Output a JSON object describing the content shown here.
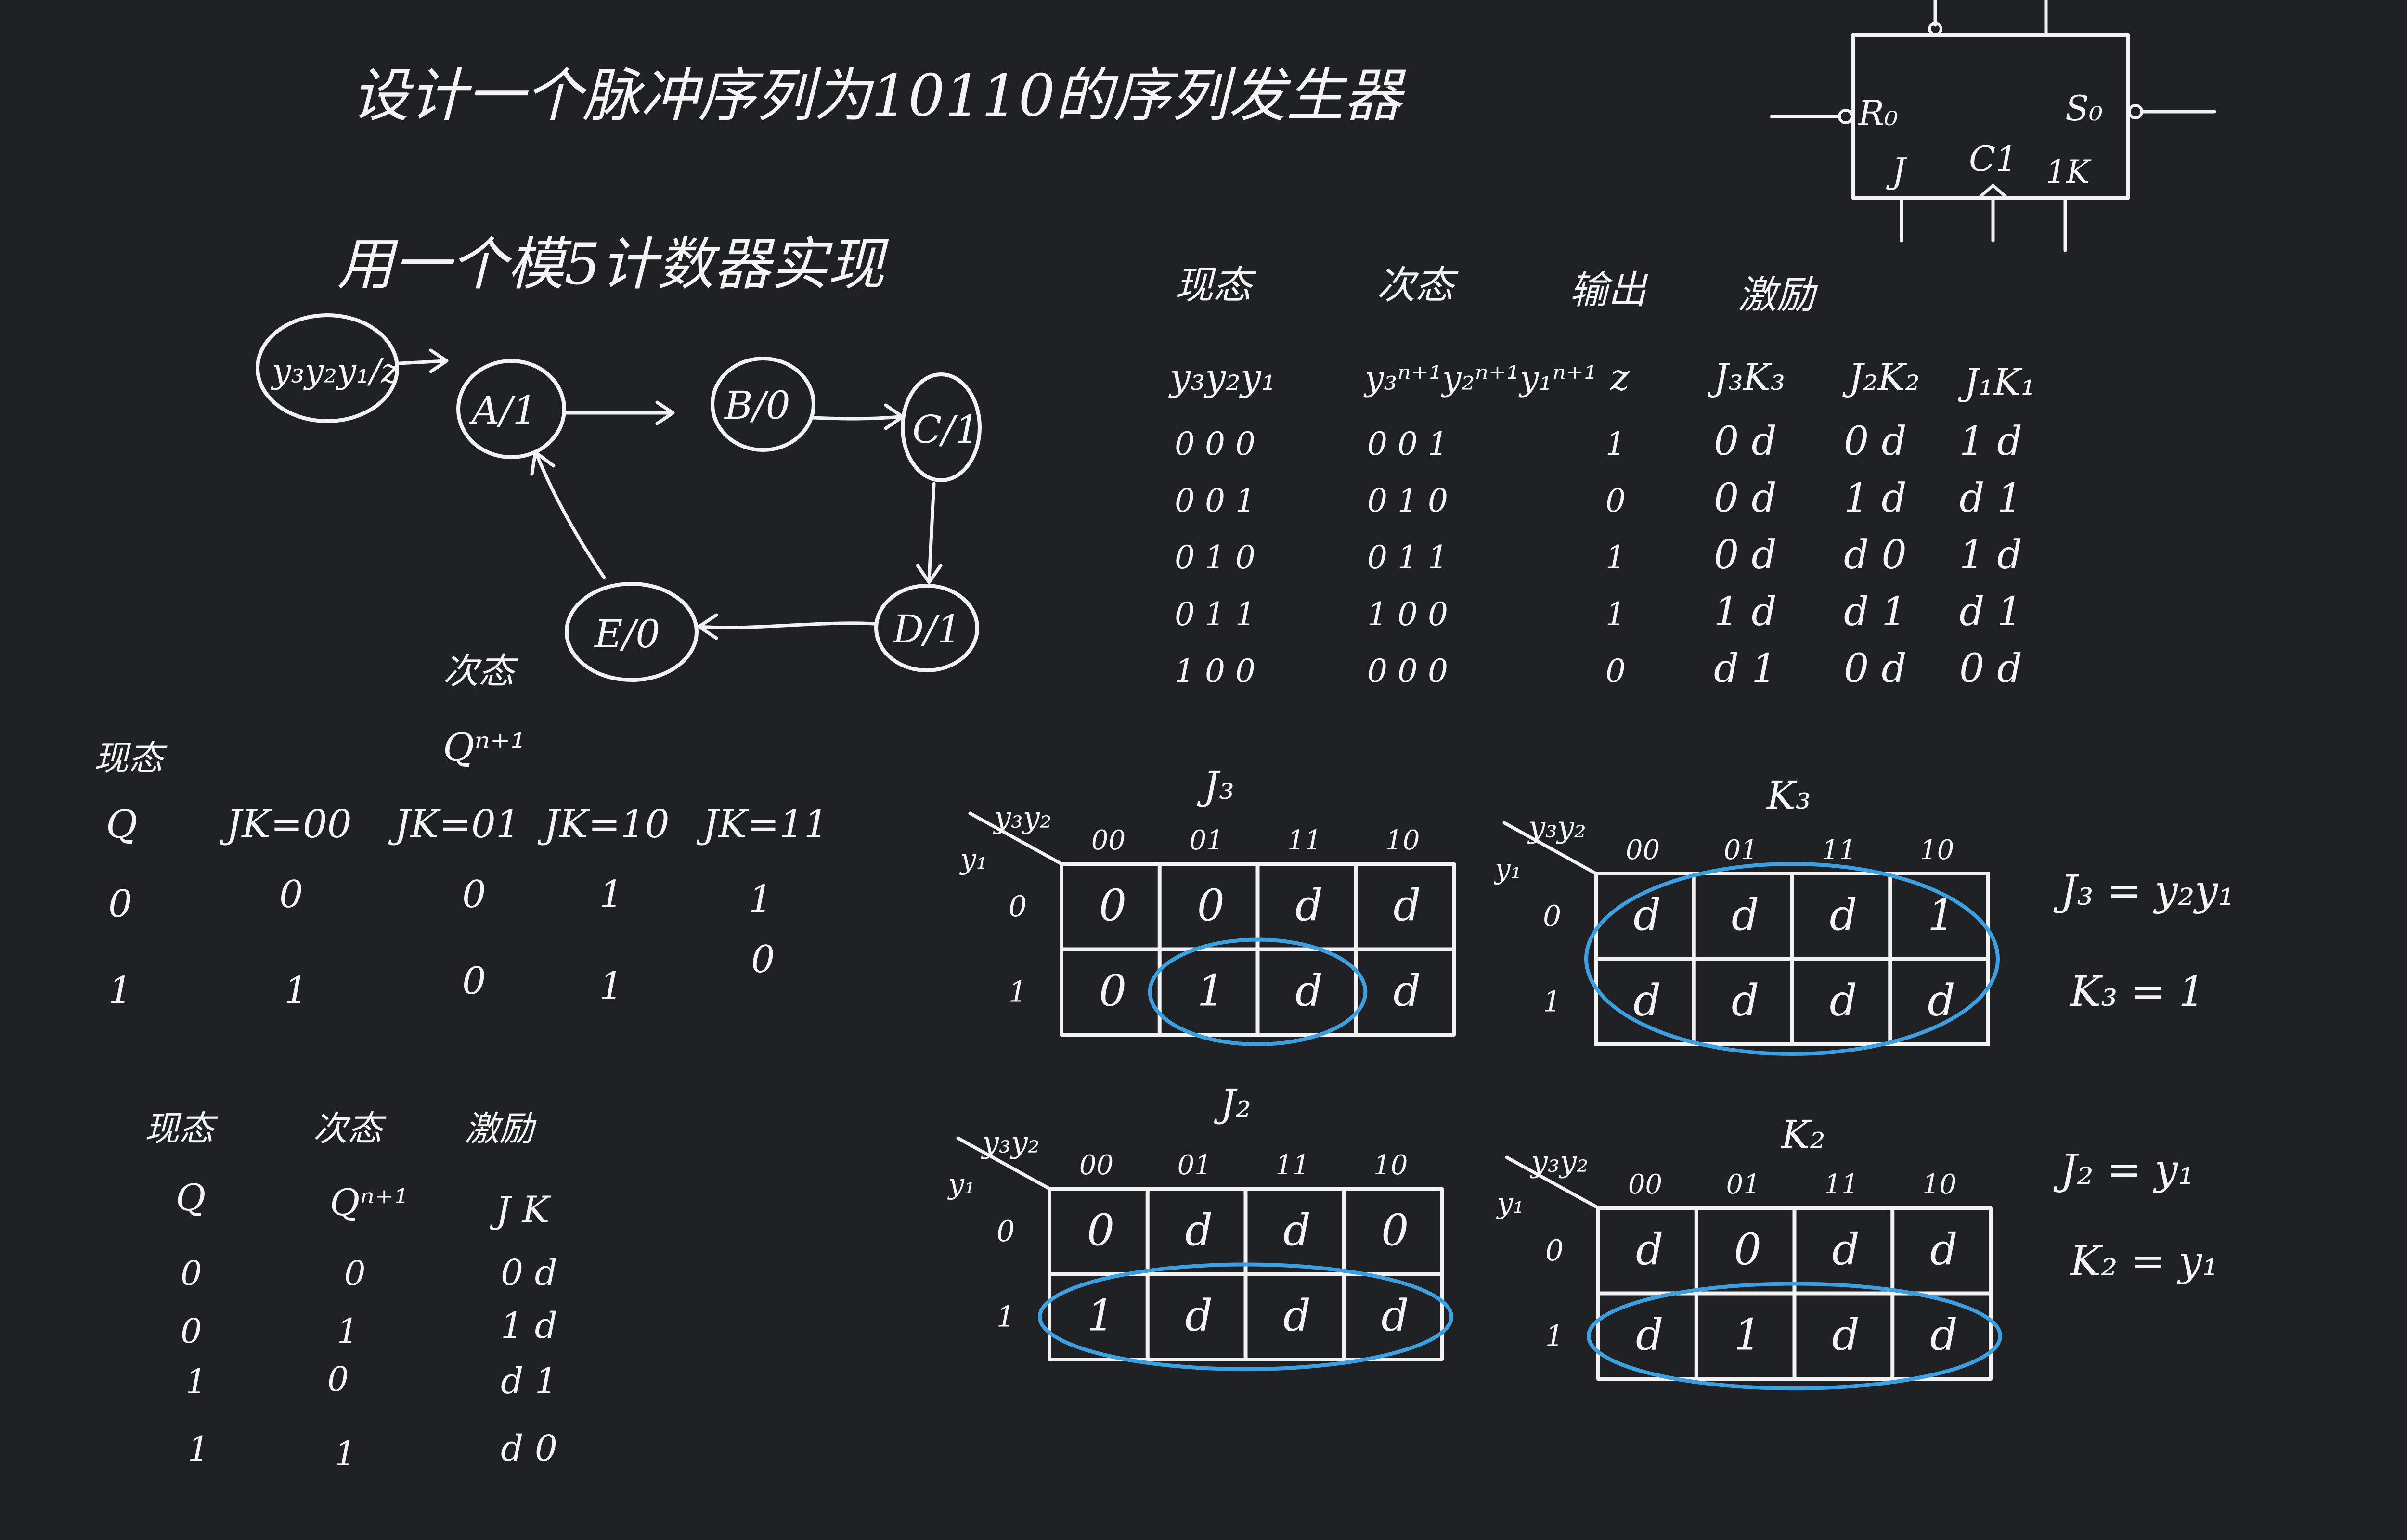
{
  "title": "设计一个脉冲序列为10110的序列发生器",
  "subtitle": "用一个模5计数器实现",
  "ff_block": {
    "r": "R₀",
    "s": "S₀",
    "j": "J",
    "c": "C1",
    "k": "1K"
  },
  "state_diagram": {
    "legend": "y₃y₂y₁/z",
    "states": [
      "A/1",
      "B/0",
      "C/1",
      "D/1",
      "E/0"
    ],
    "next_label": "次态",
    "next_symbol": "Qⁿ⁺¹"
  },
  "jk_char_table": {
    "header_label": "现态",
    "columns": [
      "Q",
      "JK=00",
      "JK=01",
      "JK=10",
      "JK=11"
    ],
    "rows": [
      [
        "0",
        "0",
        "0",
        "1",
        "1"
      ],
      [
        "1",
        "1",
        "0",
        "1",
        "0"
      ]
    ]
  },
  "excitation_table": {
    "headers": [
      "现态",
      "次态",
      "激励"
    ],
    "subheaders": [
      "Q",
      "Qⁿ⁺¹",
      "J K"
    ],
    "rows": [
      [
        "0",
        "0",
        "0 d"
      ],
      [
        "0",
        "1",
        "1 d"
      ],
      [
        "1",
        "0",
        "d 1"
      ],
      [
        "1",
        "1",
        "d 0"
      ]
    ]
  },
  "state_table": {
    "group_headers": [
      "现态",
      "次态",
      "输出",
      "激励"
    ],
    "columns": [
      "y₃y₂y₁",
      "y₃ⁿ⁺¹y₂ⁿ⁺¹y₁ⁿ⁺¹",
      "z",
      "J₃K₃",
      "J₂K₂",
      "J₁K₁"
    ],
    "rows": [
      [
        "0 0 0",
        "0 0 1",
        "1",
        "0 d",
        "0 d",
        "1 d"
      ],
      [
        "0 0 1",
        "0 1 0",
        "0",
        "0 d",
        "1 d",
        "d 1"
      ],
      [
        "0 1 0",
        "0 1 1",
        "1",
        "0 d",
        "d 0",
        "1 d"
      ],
      [
        "0 1 1",
        "1 0 0",
        "1",
        "1 d",
        "d 1",
        "d 1"
      ],
      [
        "1 0 0",
        "0 0 0",
        "0",
        "d 1",
        "0 d",
        "0 d"
      ]
    ]
  },
  "kmaps": [
    {
      "title": "J₃",
      "corner_top": "y₃y₂",
      "corner_left": "y₁",
      "col_labels": [
        "00",
        "01",
        "11",
        "10"
      ],
      "row_labels": [
        "0",
        "1"
      ],
      "cells": [
        [
          "0",
          "0",
          "d",
          "d"
        ],
        [
          "0",
          "1",
          "d",
          "d"
        ]
      ]
    },
    {
      "title": "K₃",
      "corner_top": "y₃y₂",
      "corner_left": "y₁",
      "col_labels": [
        "00",
        "01",
        "11",
        "10"
      ],
      "row_labels": [
        "0",
        "1"
      ],
      "cells": [
        [
          "d",
          "d",
          "d",
          "1"
        ],
        [
          "d",
          "d",
          "d",
          "d"
        ]
      ]
    },
    {
      "title": "J₂",
      "corner_top": "y₃y₂",
      "corner_left": "y₁",
      "col_labels": [
        "00",
        "01",
        "11",
        "10"
      ],
      "row_labels": [
        "0",
        "1"
      ],
      "cells": [
        [
          "0",
          "d",
          "d",
          "0"
        ],
        [
          "1",
          "d",
          "d",
          "d"
        ]
      ]
    },
    {
      "title": "K₂",
      "corner_top": "y₃y₂",
      "corner_left": "y₁",
      "col_labels": [
        "00",
        "01",
        "11",
        "10"
      ],
      "row_labels": [
        "0",
        "1"
      ],
      "cells": [
        [
          "d",
          "0",
          "d",
          "d"
        ],
        [
          "d",
          "1",
          "d",
          "d"
        ]
      ]
    }
  ],
  "equations": [
    "J₃ = y₂y₁",
    "K₃ = 1",
    "J₂ = y₁",
    "K₂ = y₁"
  ],
  "colors": {
    "background": "#202124",
    "chalk": "#f2f2f2",
    "highlight": "#3ca0e0"
  }
}
